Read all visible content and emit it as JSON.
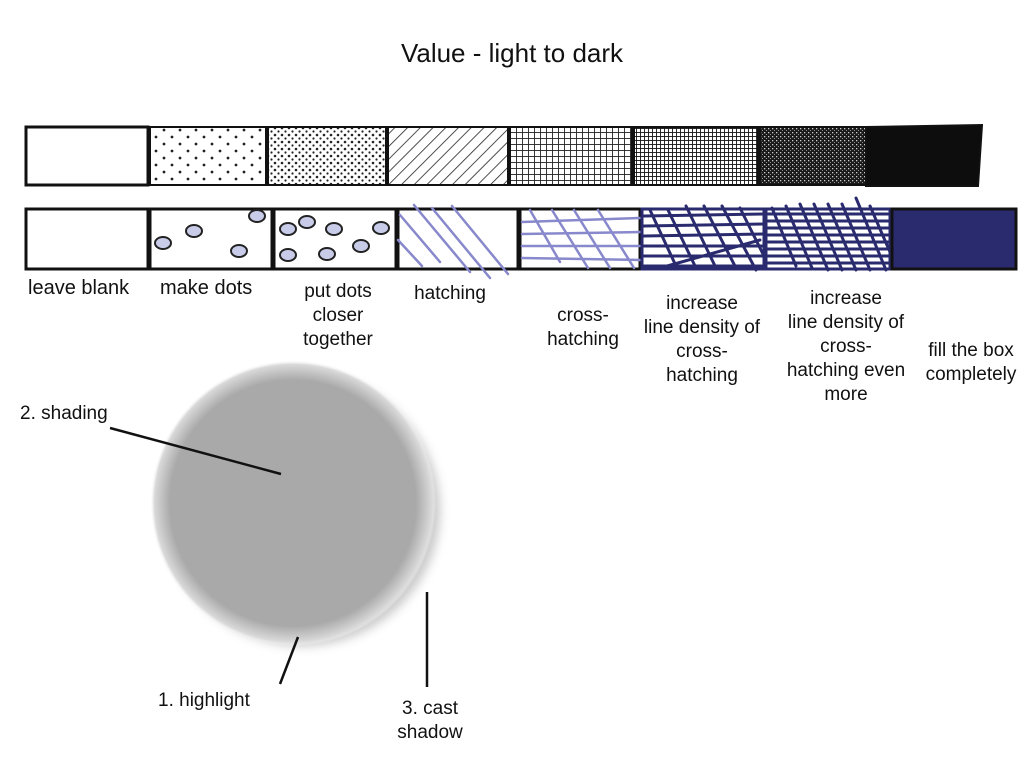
{
  "title": "Value - light to dark",
  "steps": [
    {
      "label": [
        "leave blank"
      ]
    },
    {
      "label": [
        "make dots"
      ]
    },
    {
      "label": [
        "put dots",
        "closer",
        "together"
      ]
    },
    {
      "label": [
        "hatching"
      ]
    },
    {
      "label": [
        "cross-",
        "hatching"
      ]
    },
    {
      "label": [
        "increase",
        "line density of",
        "cross-",
        "hatching"
      ]
    },
    {
      "label": [
        "increase",
        "line density of",
        "cross-",
        "hatching even",
        "more"
      ]
    },
    {
      "label": [
        "fill the box",
        "completely"
      ]
    }
  ],
  "sphere_labels": {
    "shading": "2. shading",
    "highlight": "1. highlight",
    "cast_shadow": [
      "3. cast",
      "shadow"
    ]
  },
  "colors": {
    "navy": "#2a2a6e",
    "blue_light": "#8888cc",
    "sphere": "#a9a9a9",
    "dot_fill": "#c8cce8"
  }
}
